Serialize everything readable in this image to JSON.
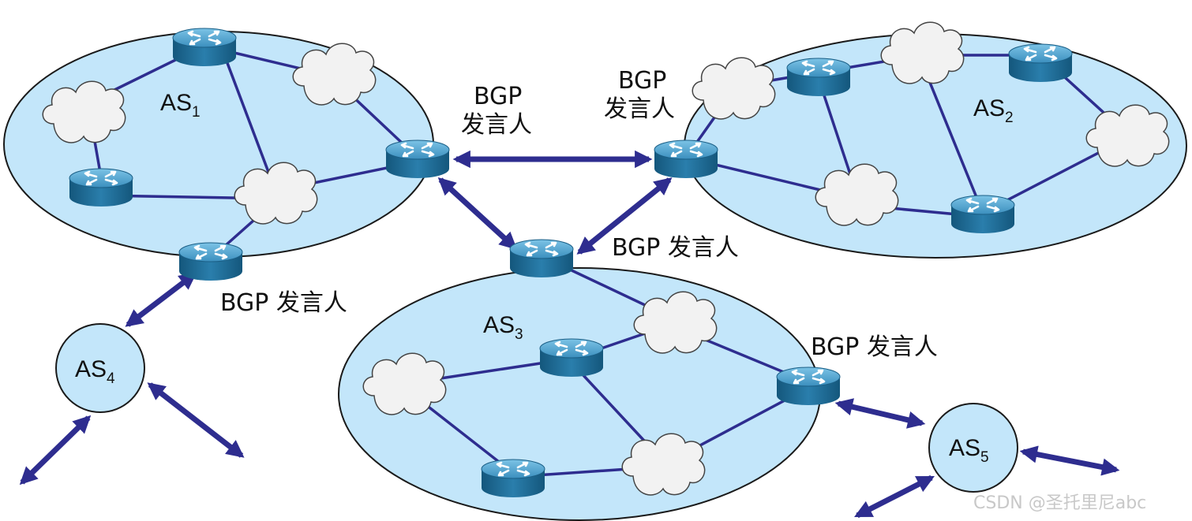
{
  "autonomous_systems": {
    "as1": {
      "prefix": "AS",
      "sub": "1"
    },
    "as2": {
      "prefix": "AS",
      "sub": "2"
    },
    "as3": {
      "prefix": "AS",
      "sub": "3"
    },
    "as4": {
      "prefix": "AS",
      "sub": "4"
    },
    "as5": {
      "prefix": "AS",
      "sub": "5"
    }
  },
  "speaker_labels": {
    "as1_right_line1": "BGP",
    "as1_right_line2": "发言人",
    "as2_left_line1": "BGP",
    "as2_left_line2": "发言人",
    "as3_top": "BGP 发言人",
    "as1_bottom": "BGP 发言人",
    "as3_right": "BGP 发言人"
  },
  "watermark": "CSDN @圣托里尼abc",
  "colors": {
    "as_fill": "#c3e6fa",
    "as_stroke": "#1a1a1a",
    "link": "#2e2d8f",
    "arrow": "#2e2d8f",
    "router_top": "#4aa3cf",
    "router_side": "#1b6b96",
    "cloud_fill": "#f2f2f2"
  },
  "icons": {
    "router": "router-icon",
    "network": "cloud-icon"
  }
}
